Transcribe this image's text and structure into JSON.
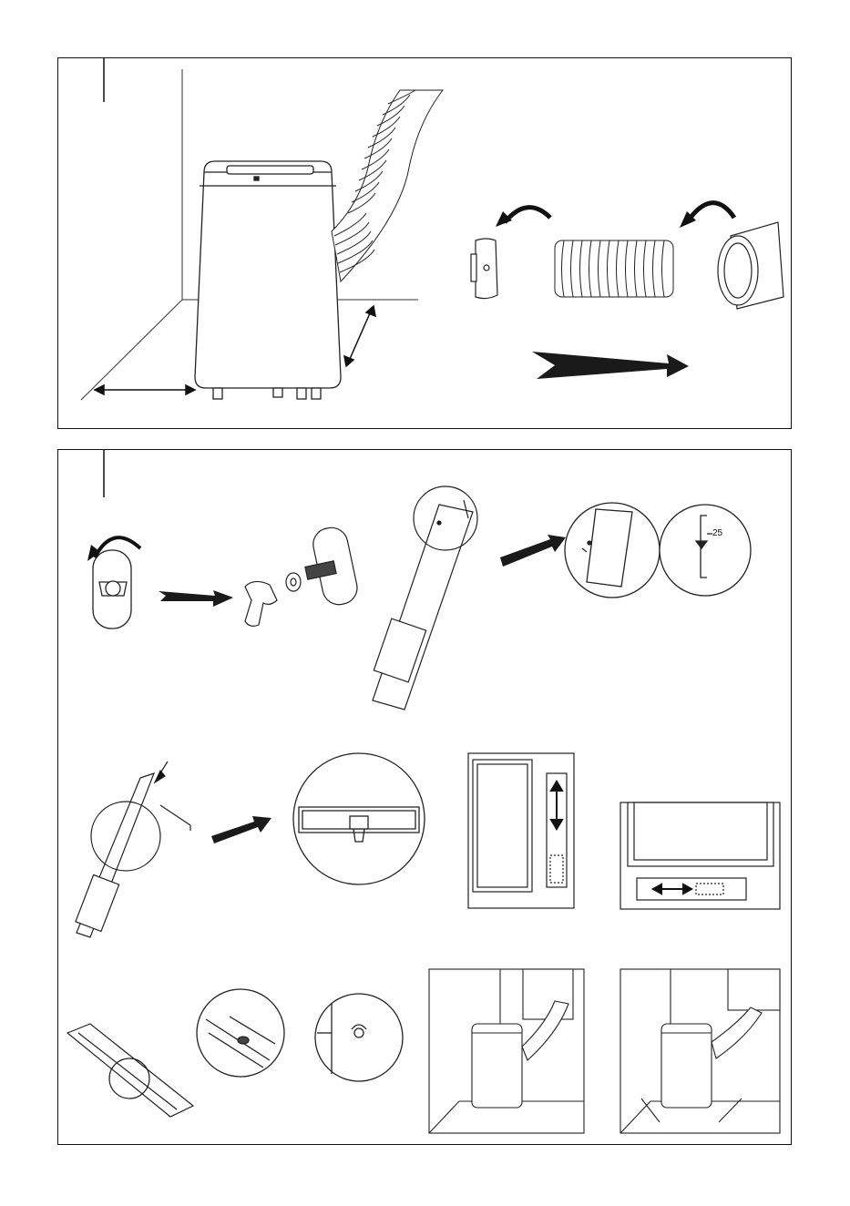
{
  "panels": [
    {
      "id": "panel-1",
      "label": ""
    },
    {
      "id": "panel-2",
      "label": ""
    }
  ],
  "annotations": {
    "gap_dimension": "25"
  },
  "colors": {
    "ink": "#111111",
    "arrow_fill": "#1a1a1a",
    "line_art": "#222222"
  },
  "icons": [
    "curved-rotate-arrow-icon",
    "bold-direction-arrow-icon",
    "double-headed-arrow-icon"
  ]
}
